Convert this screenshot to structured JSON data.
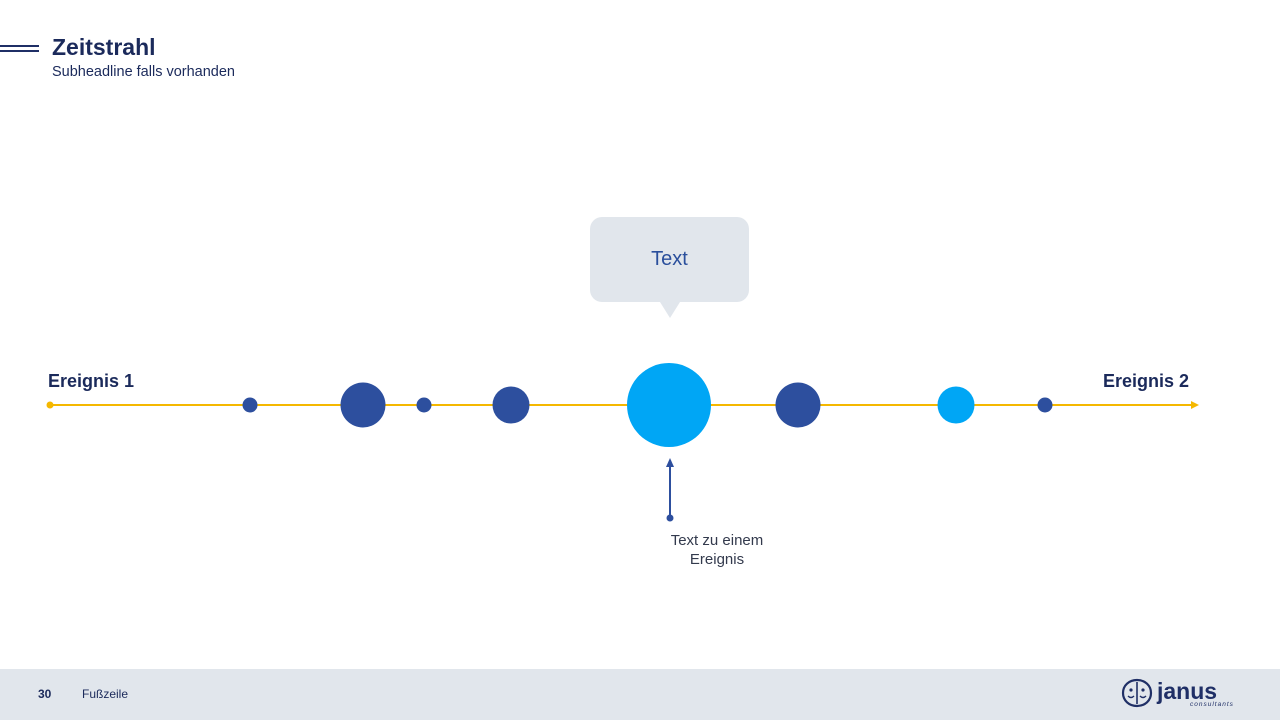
{
  "header": {
    "title": "Zeitstrahl",
    "subtitle": "Subheadline falls vorhanden"
  },
  "timeline": {
    "start_label": "Ereignis 1",
    "end_label": "Ereignis 2",
    "callout_text": "Text",
    "event_text": "Text zu einem Ereignis",
    "line_color": "#f5b800",
    "dark_dot_color": "#2d4f9e",
    "accent_dot_color": "#00a6f5"
  },
  "footer": {
    "page_number": "30",
    "text": "Fußzeile"
  },
  "logo": {
    "text": "janus",
    "tagline": "consultants"
  }
}
